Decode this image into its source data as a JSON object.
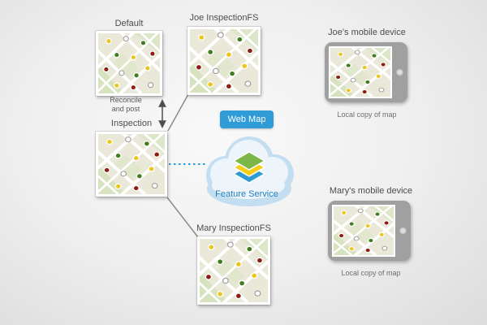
{
  "nodes": {
    "default_version": {
      "label": "Default"
    },
    "joe_version": {
      "label": "Joe InspectionFS"
    },
    "inspection_version": {
      "label": "Inspection"
    },
    "mary_version": {
      "label": "Mary InspectionFS"
    },
    "web_map": {
      "label": "Web Map"
    },
    "feature_service": {
      "label": "Feature Service"
    },
    "joe_device": {
      "label": "Joe's mobile device",
      "caption": "Local copy of map"
    },
    "mary_device": {
      "label": "Mary's mobile device",
      "caption": "Local copy of map"
    }
  },
  "reconcile_label": {
    "line1": "Reconcile",
    "line2": "and post"
  },
  "edges": [
    {
      "from": "Default",
      "to": "Inspection",
      "label": "Reconcile and post",
      "type": "double-arrow"
    },
    {
      "from": "Joe InspectionFS",
      "to": "Inspection",
      "type": "line"
    },
    {
      "from": "Mary InspectionFS",
      "to": "Inspection",
      "type": "line"
    },
    {
      "from": "Inspection",
      "to": "Feature Service",
      "type": "dotted-line"
    }
  ],
  "icons": {
    "cloud": "cloud-icon",
    "feature_layers": "feature-layers-icon",
    "map_thumbnail": "map-thumbnail",
    "tablet": "tablet-device-icon",
    "home_button": "home-button-icon"
  },
  "colors": {
    "accent_blue": "#2f9bd7",
    "feature_service_blue": "#1e7fc0",
    "label_gray": "#4d4d4d",
    "line_gray": "#8a8a8a",
    "cloud_rim_blue": "#c3ddf1",
    "cloud_inner": "#edf5fb",
    "dot_yellow": "#eac71e",
    "dot_green": "#3f7d1e",
    "dot_darkred": "#8c1e14"
  }
}
